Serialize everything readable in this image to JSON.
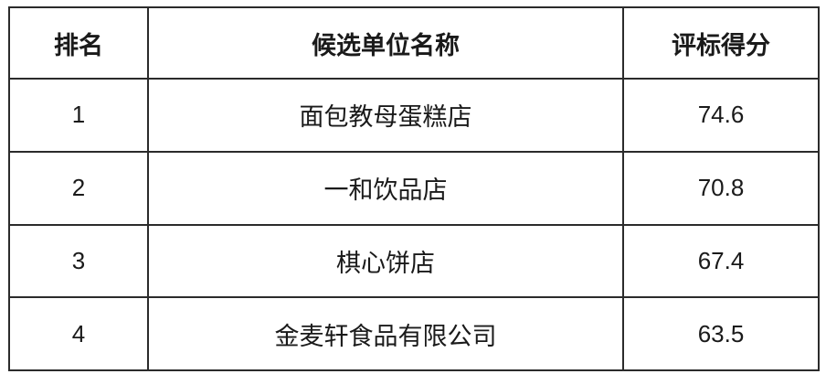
{
  "table": {
    "headers": [
      "排名",
      "候选单位名称",
      "评标得分"
    ],
    "rows": [
      {
        "rank": "1",
        "name": "面包教母蛋糕店",
        "score": "74.6"
      },
      {
        "rank": "2",
        "name": "一和饮品店",
        "score": "70.8"
      },
      {
        "rank": "3",
        "name": "棋心饼店",
        "score": "67.4"
      },
      {
        "rank": "4",
        "name": "金麦轩食品有限公司",
        "score": "63.5"
      }
    ]
  }
}
